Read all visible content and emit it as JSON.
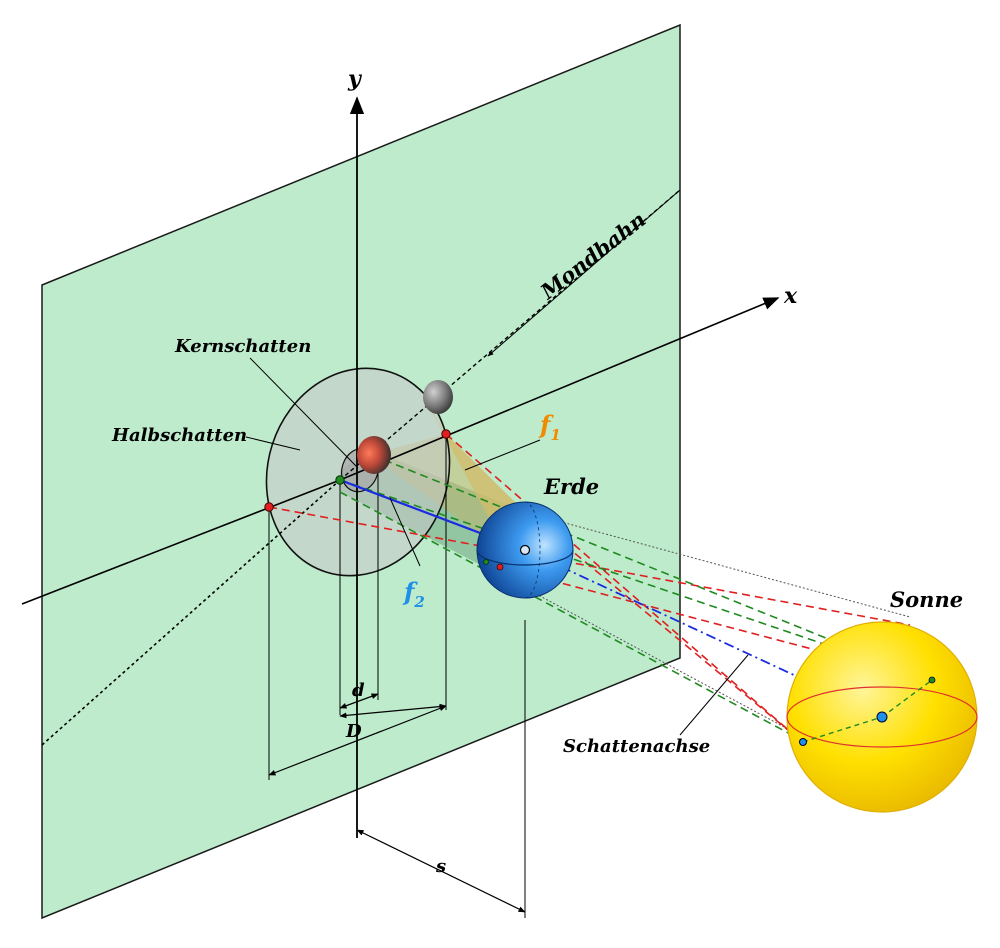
{
  "labels": {
    "y_axis": "y",
    "x_axis": "x",
    "mondbahn": "Mondbahn",
    "kernschatten": "Kernschatten",
    "halbschatten": "Halbschatten",
    "f1_letter": "f",
    "f1_sub": "1",
    "f2_letter": "f",
    "f2_sub": "2",
    "erde": "Erde",
    "sonne": "Sonne",
    "schattenachse": "Schattenachse",
    "d": "d",
    "D": "D",
    "s": "s"
  },
  "colors": {
    "plane_fill": "#bdebcc",
    "plane_stroke": "#1a1a1a",
    "f1_color": "#f08a00",
    "f2_color": "#1e90e6",
    "schattenachse_color": "#1a2be0",
    "sun_fill": "#ffe000",
    "earth_fill": "#2f86e6",
    "red_line": "#e02020",
    "green_line": "#1f8a1f",
    "blue_axis": "#1a2be0"
  }
}
